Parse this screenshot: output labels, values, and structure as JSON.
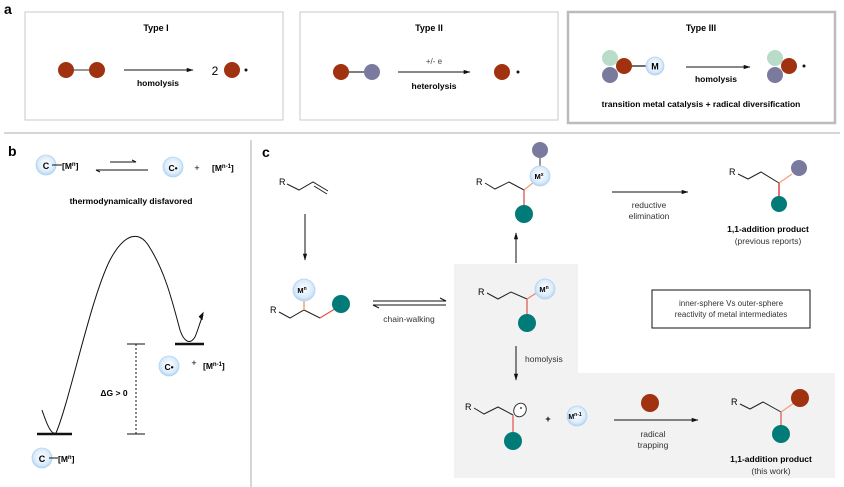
{
  "panel_labels": {
    "a": "a",
    "b": "b",
    "c": "c"
  },
  "colors": {
    "red_atom": "#a0320f",
    "slate_atom": "#7a7a9e",
    "mint_atom": "#b9dcc8",
    "teal_atom": "#007b78",
    "metal_fill": "#d9ebfb",
    "metal_edge": "#a9cdf0",
    "bond_red": "#e0524a",
    "bond_orange": "#f2a07b",
    "gray_region": "#f2f2f2",
    "box_border": "#c8c8c8"
  },
  "panel_a": {
    "type1": {
      "title": "Type I",
      "arrow_label": "homolysis",
      "coefficient": "2",
      "radical_dot": "•"
    },
    "type2": {
      "title": "Type II",
      "arrow_label_top": "+/- e",
      "arrow_label": "heterolysis",
      "radical_dot": "•"
    },
    "type3": {
      "title": "Type III",
      "metal": "M",
      "arrow_label": "homolysis",
      "radical_dot": "•",
      "caption": "transition metal catalysis + radical diversification"
    }
  },
  "panel_b": {
    "equilibrium": {
      "left_atom": "C",
      "left_metal": "[M",
      "left_metal_sup": "n",
      "bracket_close": "]",
      "right_atom": "C•",
      "plus": "+",
      "right_metal": "[M",
      "right_metal_sup": "n-1"
    },
    "caption": "thermodynamically disfavored",
    "energy": {
      "delta_g": "ΔG > 0",
      "product_atom": "C•",
      "plus": "+",
      "product_metal": "[M",
      "product_metal_sup": "n-1",
      "reactant_atom": "C",
      "reactant_metal": "[M",
      "reactant_metal_sup": "n"
    }
  },
  "panel_c": {
    "substituent": "R",
    "metal_Mn": "M",
    "metal_Mn_sup": "n",
    "metal_Mx": "M",
    "metal_Mx_sup": "x",
    "metal_Mn1": "M",
    "metal_Mn1_sup": "n-1",
    "chain_walking": "chain-walking",
    "reductive_elimination_1": "reductive",
    "reductive_elimination_2": "elimination",
    "homolysis": "homolysis",
    "plus": "+",
    "radical_trapping_1": "radical",
    "radical_trapping_2": "trapping",
    "product_prev_title": "1,1-addition product",
    "product_prev_sub": "(previous reports)",
    "product_this_title": "1,1-addition product",
    "product_this_sub": "(this work)",
    "note_line1": "inner-sphere Vs outer-sphere",
    "note_line2": "reactivity of metal intermediates"
  }
}
